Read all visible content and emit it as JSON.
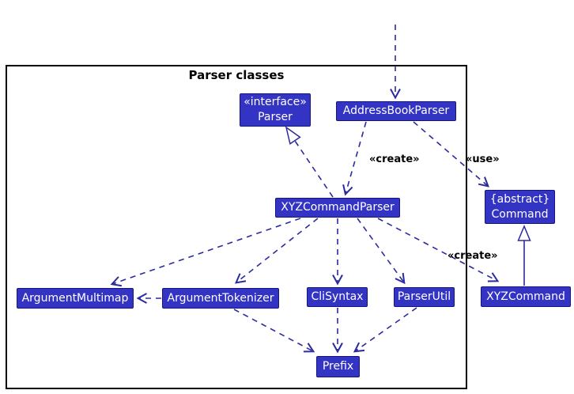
{
  "diagram": {
    "frame_title": "Parser classes",
    "colors": {
      "box_fill": "#3333C4",
      "box_border": "#16157E",
      "box_text": "#FFFFFF",
      "arrow": "#2B2B9E",
      "frame_border": "#000000"
    },
    "classes": [
      {
        "id": "parser-interface",
        "stereotype": "«interface»",
        "name": "Parser"
      },
      {
        "id": "address-book-parser",
        "name": "AddressBookParser"
      },
      {
        "id": "xyz-command-parser",
        "name": "XYZCommandParser"
      },
      {
        "id": "command",
        "stereotype": "{abstract}",
        "name": "Command"
      },
      {
        "id": "argument-multimap",
        "name": "ArgumentMultimap"
      },
      {
        "id": "argument-tokenizer",
        "name": "ArgumentTokenizer"
      },
      {
        "id": "cli-syntax",
        "name": "CliSyntax"
      },
      {
        "id": "parser-util",
        "name": "ParserUtil"
      },
      {
        "id": "xyz-command",
        "name": "XYZCommand"
      },
      {
        "id": "prefix",
        "name": "Prefix"
      }
    ],
    "edge_labels": [
      {
        "id": "create-top",
        "text": "«create»"
      },
      {
        "id": "use",
        "text": "«use»"
      },
      {
        "id": "create-bottom",
        "text": "«create»"
      }
    ]
  }
}
